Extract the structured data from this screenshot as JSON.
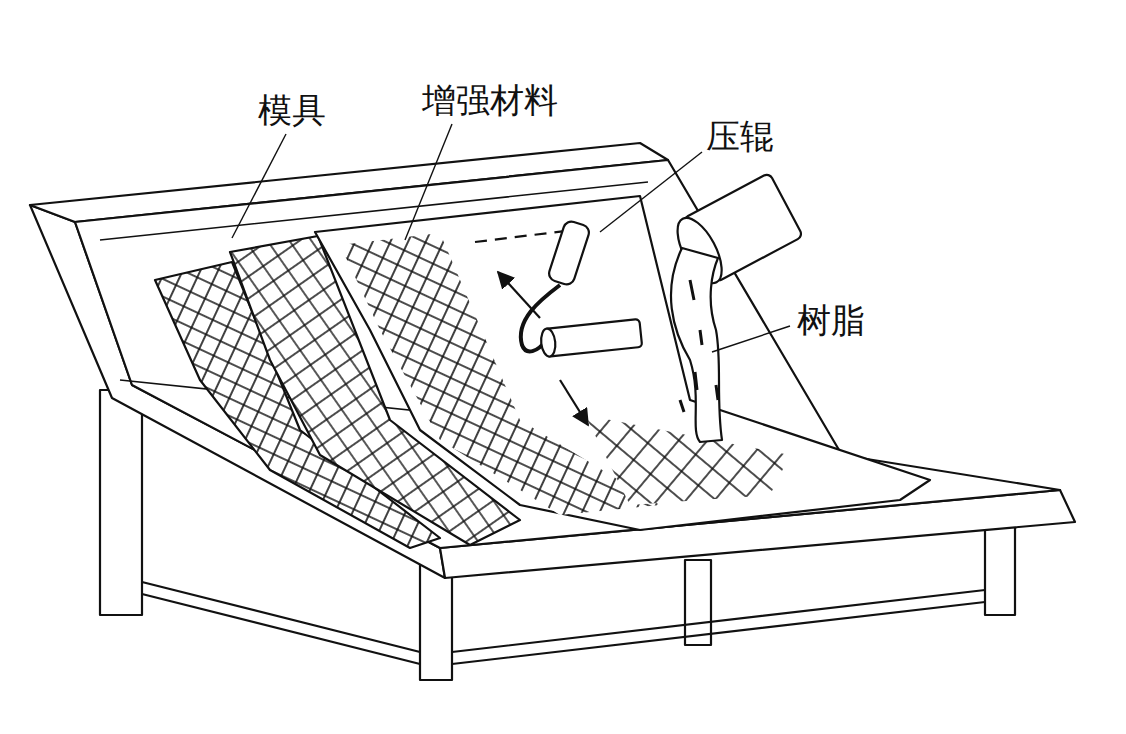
{
  "diagram": {
    "labels": [
      "模具",
      "增强材料",
      "压辊",
      "树脂"
    ]
  }
}
